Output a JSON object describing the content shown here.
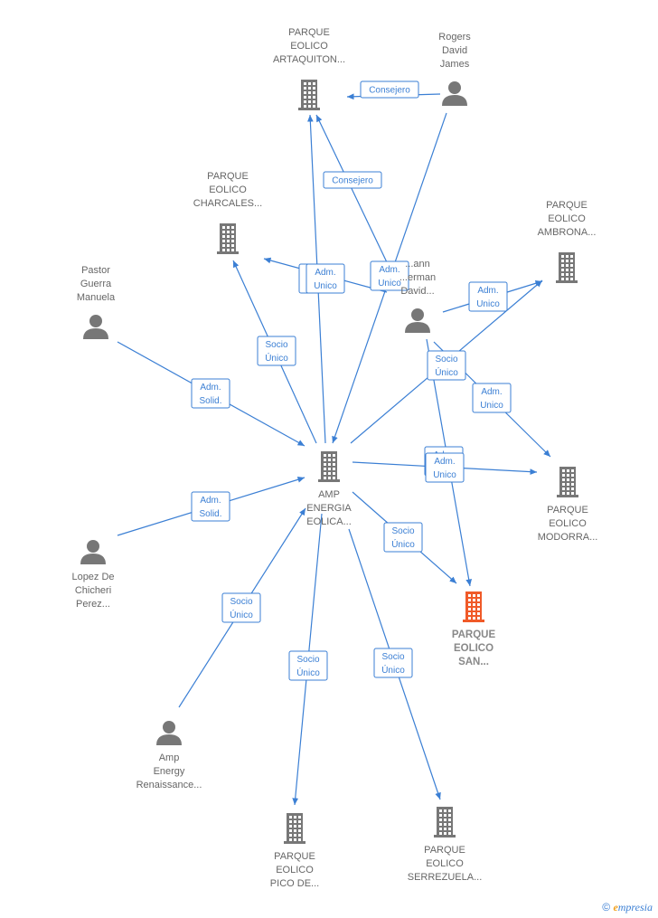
{
  "colors": {
    "accent": "#3b7fd4",
    "node": "#777777",
    "highlight": "#f05a28",
    "text": "#666666"
  },
  "nodes": [
    {
      "id": "artaquiton",
      "kind": "company",
      "lines": [
        "PARQUE",
        "EOLICO",
        "ARTAQUITON..."
      ]
    },
    {
      "id": "rogers",
      "kind": "person",
      "lines": [
        "Rogers",
        "David",
        "James"
      ]
    },
    {
      "id": "charcales",
      "kind": "company",
      "lines": [
        "PARQUE",
        "EOLICO",
        "CHARCALES..."
      ]
    },
    {
      "id": "ambrona",
      "kind": "company",
      "lines": [
        "PARQUE",
        "EOLICO",
        "AMBRONA..."
      ]
    },
    {
      "id": "pastor",
      "kind": "person",
      "lines": [
        "Pastor",
        "Guerra",
        "Manuela"
      ]
    },
    {
      "id": "mann",
      "kind": "person",
      "lines": [
        "...ann",
        "...erman",
        "David..."
      ]
    },
    {
      "id": "amp",
      "kind": "company",
      "lines": [
        "AMP",
        "ENERGIA",
        "EOLICA..."
      ]
    },
    {
      "id": "modorra",
      "kind": "company",
      "lines": [
        "PARQUE",
        "EOLICO",
        "MODORRA..."
      ]
    },
    {
      "id": "lopez",
      "kind": "person",
      "lines": [
        "Lopez De",
        "Chicheri",
        "Perez..."
      ]
    },
    {
      "id": "san",
      "kind": "company",
      "highlight": true,
      "lines": [
        "PARQUE",
        "EOLICO",
        "SAN..."
      ]
    },
    {
      "id": "renaissance",
      "kind": "person",
      "lines": [
        "Amp",
        "Energy",
        "Renaissance..."
      ]
    },
    {
      "id": "pico",
      "kind": "company",
      "lines": [
        "PARQUE",
        "EOLICO",
        "PICO DE..."
      ]
    },
    {
      "id": "serrezuela",
      "kind": "company",
      "lines": [
        "PARQUE",
        "EOLICO",
        "SERREZUELA..."
      ]
    }
  ],
  "edges": [
    {
      "from": "rogers",
      "to": "artaquiton",
      "label": [
        "Consejero"
      ]
    },
    {
      "from": "rogers",
      "to": "amp",
      "label": [
        "Adm.",
        "Unico"
      ]
    },
    {
      "from": "mann",
      "to": "artaquiton",
      "label": [
        "Consejero"
      ]
    },
    {
      "from": "mann",
      "to": "charcales",
      "label": [
        "Adm.",
        "Unico"
      ]
    },
    {
      "from": "mann",
      "to": "ambrona",
      "label": [
        "Adm.",
        "Unico"
      ]
    },
    {
      "from": "mann",
      "to": "modorra",
      "label": [
        "Adm.",
        "Unico"
      ]
    },
    {
      "from": "mann",
      "to": "san",
      "label": [
        "Adm.",
        "Unico"
      ]
    },
    {
      "from": "pastor",
      "to": "amp",
      "label": [
        "Adm.",
        "Solid."
      ]
    },
    {
      "from": "lopez",
      "to": "amp",
      "label": [
        "Adm.",
        "Solid."
      ]
    },
    {
      "from": "amp",
      "to": "artaquiton",
      "label": [
        "Adm.",
        "Unico"
      ]
    },
    {
      "from": "amp",
      "to": "charcales",
      "label": [
        "Socio",
        "Único"
      ]
    },
    {
      "from": "amp",
      "to": "ambrona",
      "label": [
        "Socio",
        "Único"
      ]
    },
    {
      "from": "amp",
      "to": "modorra",
      "label": [
        "Adm.",
        "Unico"
      ]
    },
    {
      "from": "amp",
      "to": "san",
      "label": [
        "Socio",
        "Único"
      ]
    },
    {
      "from": "renaissance",
      "to": "amp",
      "label": [
        "Socio",
        "Único"
      ]
    },
    {
      "from": "amp",
      "to": "pico",
      "label": [
        "Socio",
        "Único"
      ]
    },
    {
      "from": "amp",
      "to": "serrezuela",
      "label": [
        "Socio",
        "Único"
      ]
    }
  ],
  "footer": {
    "copyright": "©",
    "brand_initial": "e",
    "brand_rest": "mpresia"
  }
}
